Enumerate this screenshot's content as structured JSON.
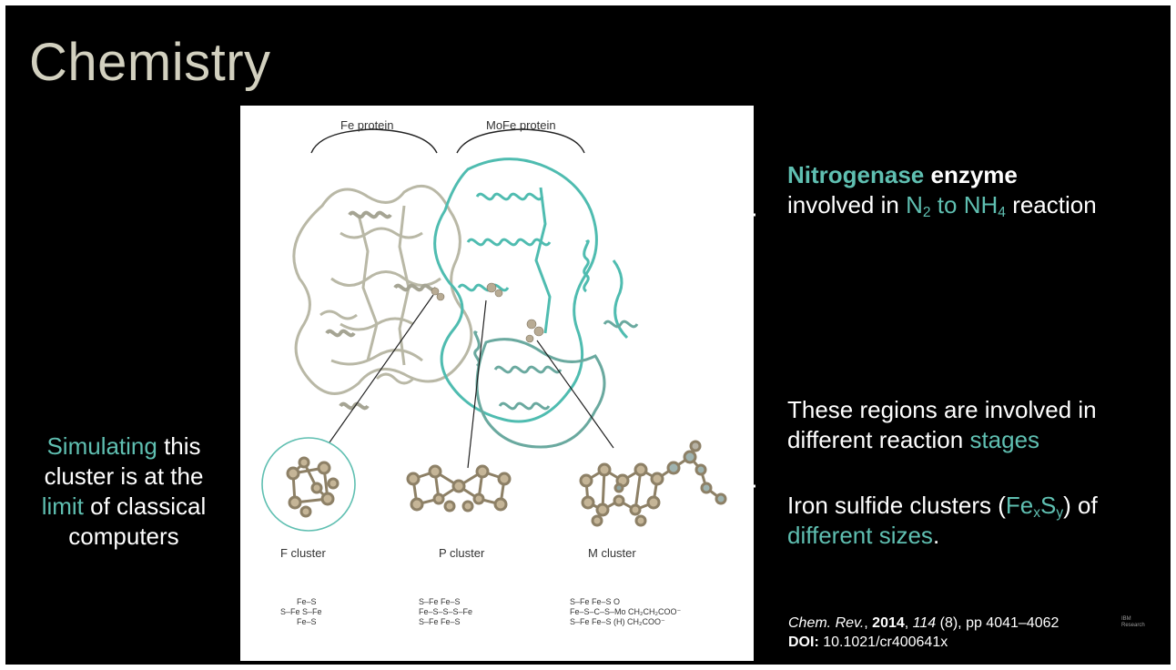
{
  "slide": {
    "title": "Chemistry"
  },
  "figure": {
    "labels": {
      "fe_protein": "Fe protein",
      "mofe_protein": "MoFe protein",
      "f_cluster": "F cluster",
      "p_cluster": "P cluster",
      "m_cluster": "M cluster"
    },
    "formulas": {
      "f": [
        "Fe–S",
        "S–Fe  S–Fe",
        "Fe–S"
      ],
      "p": [
        "S–Fe    Fe–S",
        "Fe–S–S–S–Fe",
        "S–Fe    Fe–S"
      ],
      "m": [
        "S–Fe  Fe–S    O",
        "Fe–S–C–S–Mo   CH₂CH₂COO⁻",
        "S–Fe  Fe–S  (H)  CH₂COO⁻"
      ]
    }
  },
  "nitrogenase": {
    "name": "Nitrogenase",
    "enzyme_word": "enzyme",
    "involved_in": "involved in",
    "n": "N",
    "n_sub": "2",
    "to_nh": "to NH",
    "nh_sub": "4",
    "reaction": "reaction"
  },
  "regions": {
    "line1": "These regions are involved in",
    "line2_prefix": "different reaction",
    "stages": "stages"
  },
  "iron": {
    "prefix": "Iron sulfide clusters (",
    "fe": "Fe",
    "x": "x",
    "s": "S",
    "y": "y",
    "suffix": ") of",
    "sizes": "different sizes",
    "period": "."
  },
  "simulating": {
    "word1": "Simulating",
    "word2": " this",
    "line2": "cluster is at the",
    "limit": "limit",
    "line3_rest": " of classical",
    "line4": "computers"
  },
  "citation": {
    "journal": "Chem. Rev.",
    "year": "2014",
    "volume": "114",
    "issue_pages": " (8), pp 4041–4062",
    "doi_label": "DOI:",
    "doi": " 10.1021/cr400641x"
  },
  "watermark": {
    "line1": "IBM",
    "line2": "Research"
  },
  "colors": {
    "background": "#000000",
    "title": "#d2d0bf",
    "accent": "#5fbfb1",
    "protein_grey": "#b9b8a6",
    "protein_teal": "#4fbcb0"
  }
}
